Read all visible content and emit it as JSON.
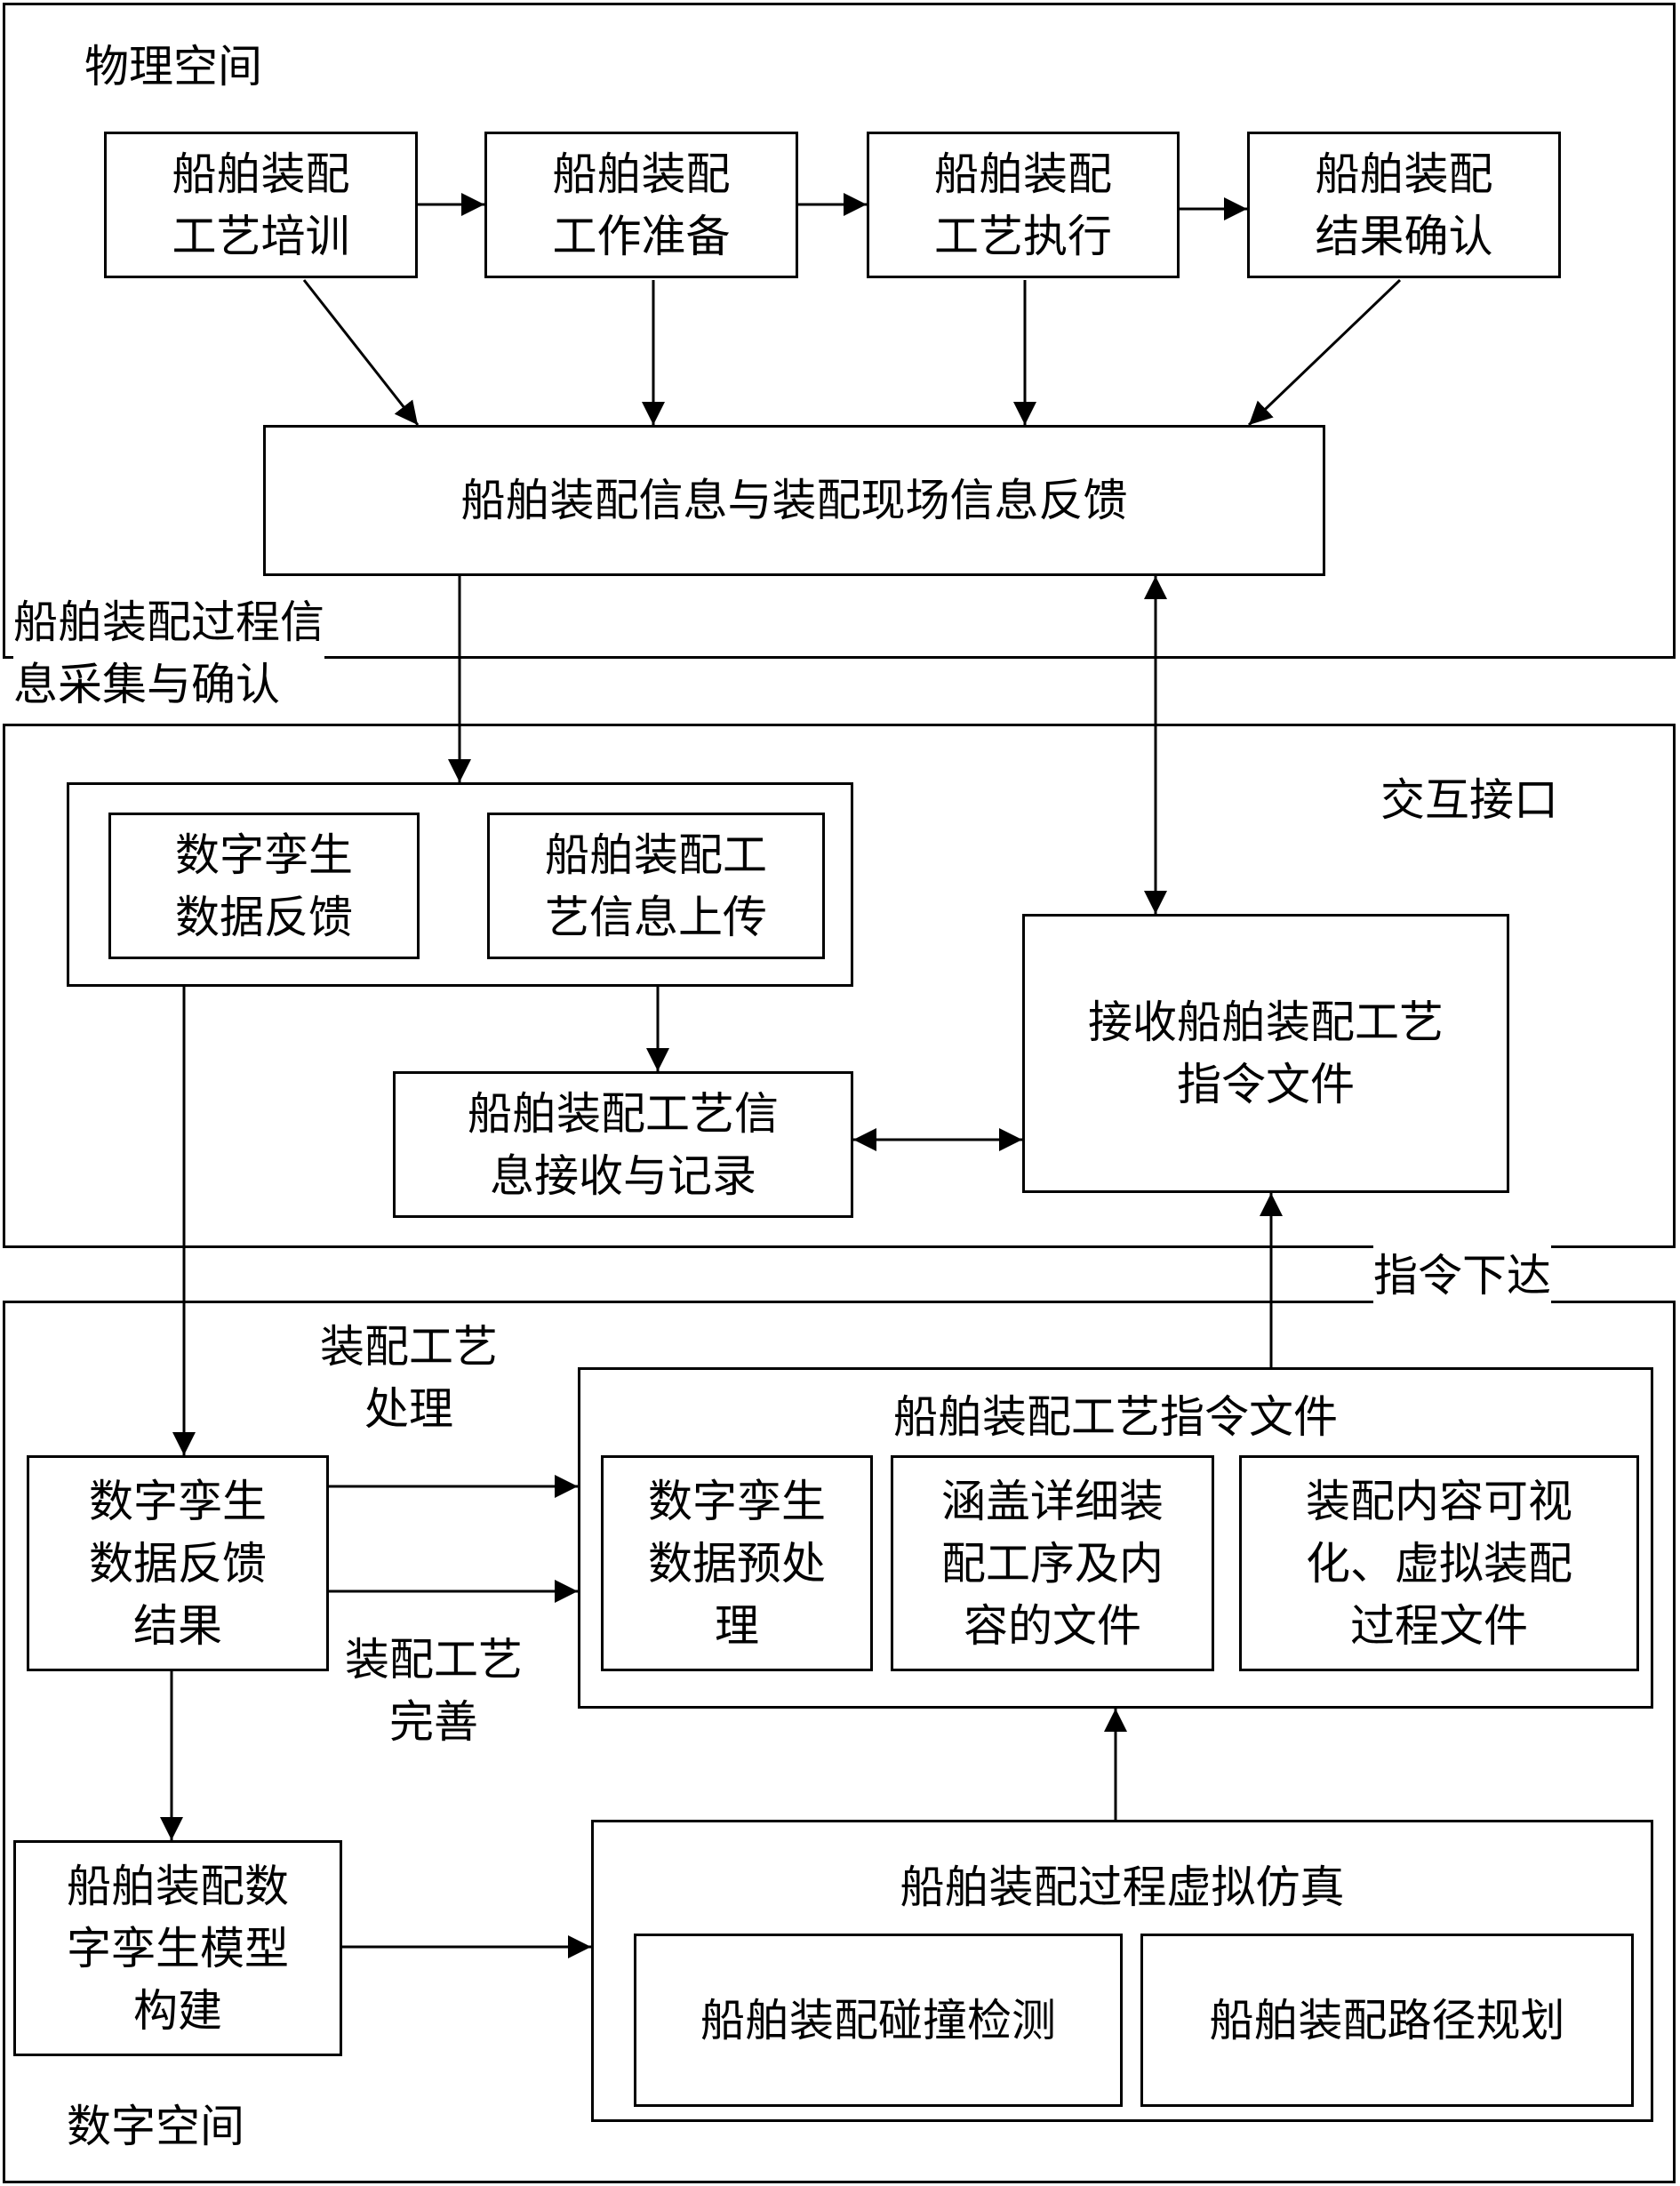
{
  "regions": {
    "physical": "物理空间",
    "interface": "交互接口",
    "digital": "数字空间"
  },
  "physical_steps": [
    "船舶装配\n工艺培训",
    "船舶装配\n工作准备",
    "船舶装配\n工艺执行",
    "船舶装配\n结果确认"
  ],
  "feedback_box": "船舶装配信息与装配现场信息反馈",
  "collect_label": "船舶装配过程信\n息采集与确认",
  "interface_group": {
    "twin_feedback": "数字孪生\n数据反馈",
    "upload": "船舶装配工\n艺信息上传"
  },
  "record_box": "船舶装配工艺信\n息接收与记录",
  "receive_box": "接收船舶装配工艺\n指令文件",
  "command_label": "指令下达",
  "process_label": "装配工艺\n处理",
  "improve_label": "装配工艺\n完善",
  "twin_result": "数字孪生\n数据反馈\n结果",
  "instruction_group": {
    "title": "船舶装配工艺指令文件",
    "items": [
      "数字孪生\n数据预处\n理",
      "涵盖详细装\n配工序及内\n容的文件",
      "装配内容可视\n化、虚拟装配\n过程文件"
    ]
  },
  "model_box": "船舶装配数\n字孪生模型\n构建",
  "simulation_group": {
    "title": "船舶装配过程虚拟仿真",
    "items": [
      "船舶装配碰撞检测",
      "船舶装配路径规划"
    ]
  }
}
